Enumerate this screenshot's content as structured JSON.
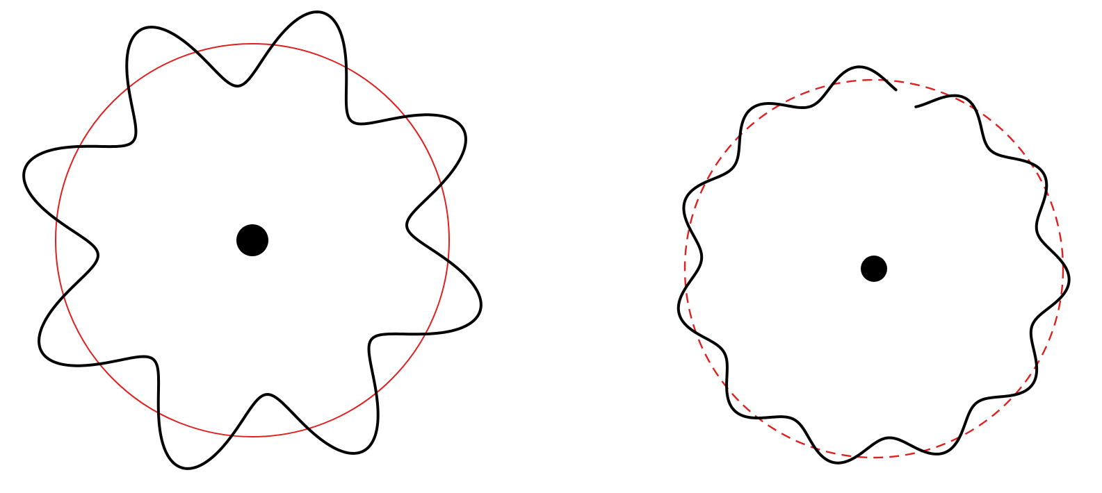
{
  "diagrams": [
    {
      "id": "closed-wave",
      "wave_lobes": 8,
      "reference_circle_style": "solid",
      "closed": true,
      "colors": {
        "reference_circle": "#e02020",
        "wave": "#000000",
        "center_dot": "#000000"
      }
    },
    {
      "id": "open-wave",
      "wave_lobes": 11,
      "reference_circle_style": "dashed",
      "closed": false,
      "colors": {
        "reference_circle": "#e02020",
        "wave": "#000000",
        "center_dot": "#000000"
      }
    }
  ]
}
